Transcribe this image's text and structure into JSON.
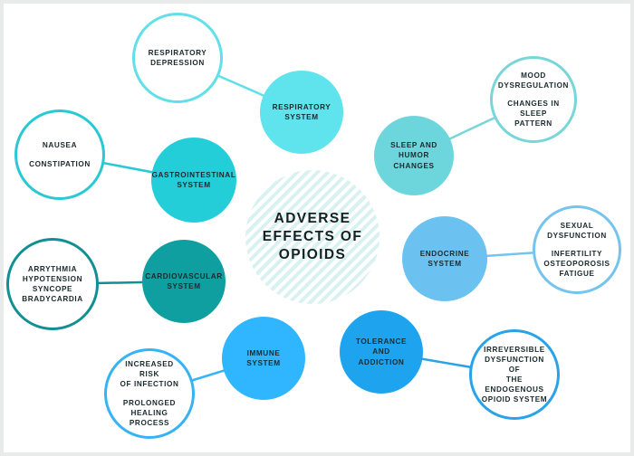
{
  "title_lines": [
    "Adverse",
    "Effects of",
    "Opioids"
  ],
  "categories": [
    {
      "id": "respiratory",
      "lines": [
        "Respiratory",
        "System"
      ],
      "color": "#5fe3ec",
      "effects": [
        [
          "Respiratory",
          "Depression"
        ]
      ],
      "leaf_border": "#61e0ea"
    },
    {
      "id": "sleep",
      "lines": [
        "Sleep and Humor",
        "Changes"
      ],
      "color": "#6dd6dc",
      "effects": [
        [
          "Mood",
          "Dysregulation"
        ],
        [
          "Changes in",
          "Sleep Pattern"
        ]
      ],
      "leaf_border": "#78d6d9"
    },
    {
      "id": "gastro",
      "lines": [
        "Gastrointestinal",
        "System"
      ],
      "color": "#23ced8",
      "effects": [
        [
          "Nausea"
        ],
        [
          "Constipation"
        ]
      ],
      "leaf_border": "#29c9d3"
    },
    {
      "id": "endocrine",
      "lines": [
        "Endocrine",
        "System"
      ],
      "color": "#6bc2f1",
      "effects": [
        [
          "Sexual",
          "Dysfunction"
        ],
        [
          "Infertility",
          "Osteoporosis",
          "Fatigue"
        ]
      ],
      "leaf_border": "#74c4ee"
    },
    {
      "id": "cardio",
      "lines": [
        "Cardiovascular",
        "System"
      ],
      "color": "#0f9fa0",
      "effects": [
        [
          "Arrythmia",
          "Hypotension",
          "Syncope",
          "Bradycardia"
        ]
      ],
      "leaf_border": "#128f93"
    },
    {
      "id": "tolerance",
      "lines": [
        "Tolerance and",
        "Addiction"
      ],
      "color": "#1ea4ee",
      "effects": [
        [
          "Irreversible",
          "Dysfunction of",
          "the Endogenous",
          "Opioid System"
        ]
      ],
      "leaf_border": "#29a3e8"
    },
    {
      "id": "immune",
      "lines": [
        "Immune System"
      ],
      "color": "#2fb6ff",
      "effects": [
        [
          "Increased Risk",
          "of Infection"
        ],
        [
          "Prolonged",
          "Healing",
          "Process"
        ]
      ],
      "leaf_border": "#36b3f5"
    }
  ]
}
